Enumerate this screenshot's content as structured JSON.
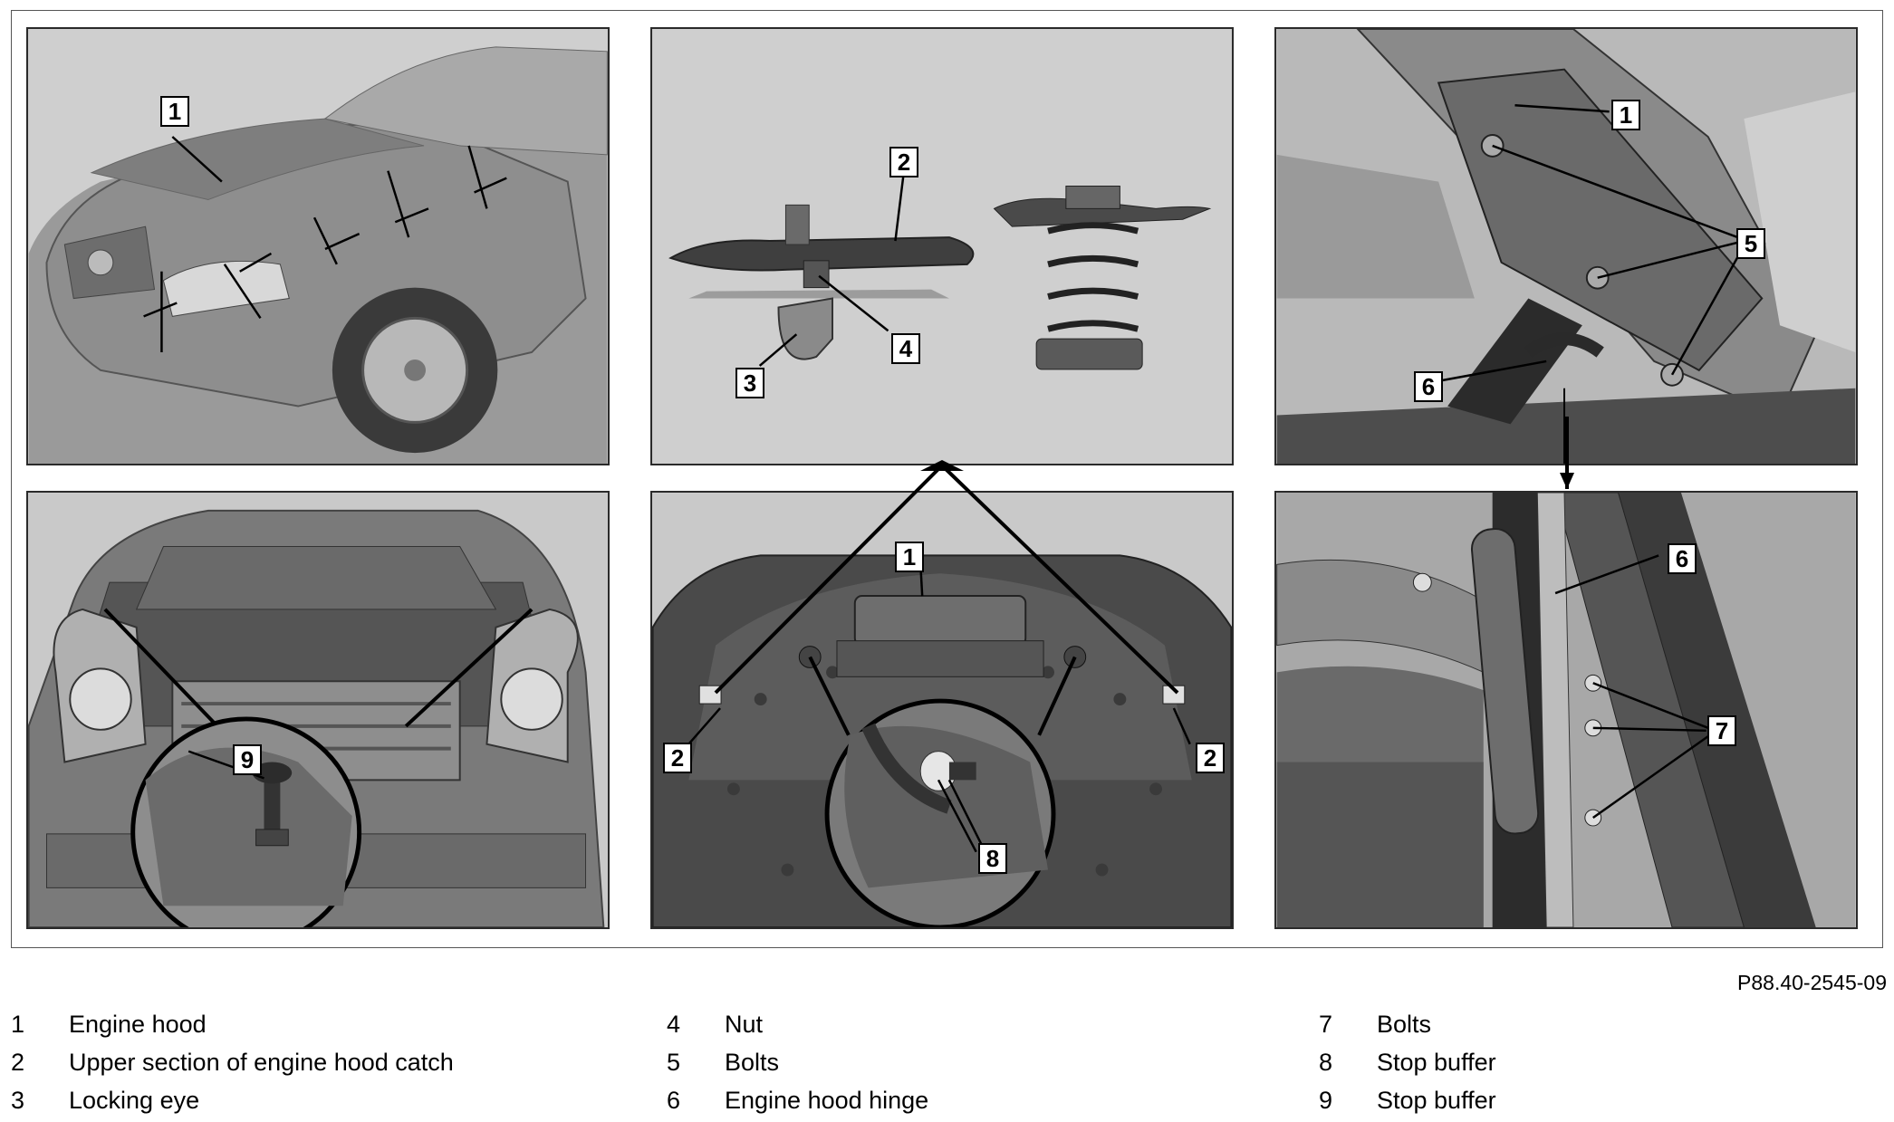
{
  "figure_reference": "P88.40-2545-09",
  "callouts": {
    "p1_1": "1",
    "p2_2": "2",
    "p2_3": "3",
    "p2_4": "4",
    "p3_1": "1",
    "p3_5": "5",
    "p3_6": "6",
    "p4_9": "9",
    "p5_1": "1",
    "p5_2a": "2",
    "p5_2b": "2",
    "p5_8": "8",
    "p6_6": "6",
    "p6_7": "7"
  },
  "legend": [
    {
      "num": "1",
      "label": "Engine hood"
    },
    {
      "num": "2",
      "label": "Upper section of engine hood catch"
    },
    {
      "num": "3",
      "label": "Locking eye"
    },
    {
      "num": "4",
      "label": "Nut"
    },
    {
      "num": "5",
      "label": "Bolts"
    },
    {
      "num": "6",
      "label": "Engine hood hinge"
    },
    {
      "num": "7",
      "label": "Bolts"
    },
    {
      "num": "8",
      "label": "Stop buffer"
    },
    {
      "num": "9",
      "label": "Stop buffer"
    }
  ]
}
